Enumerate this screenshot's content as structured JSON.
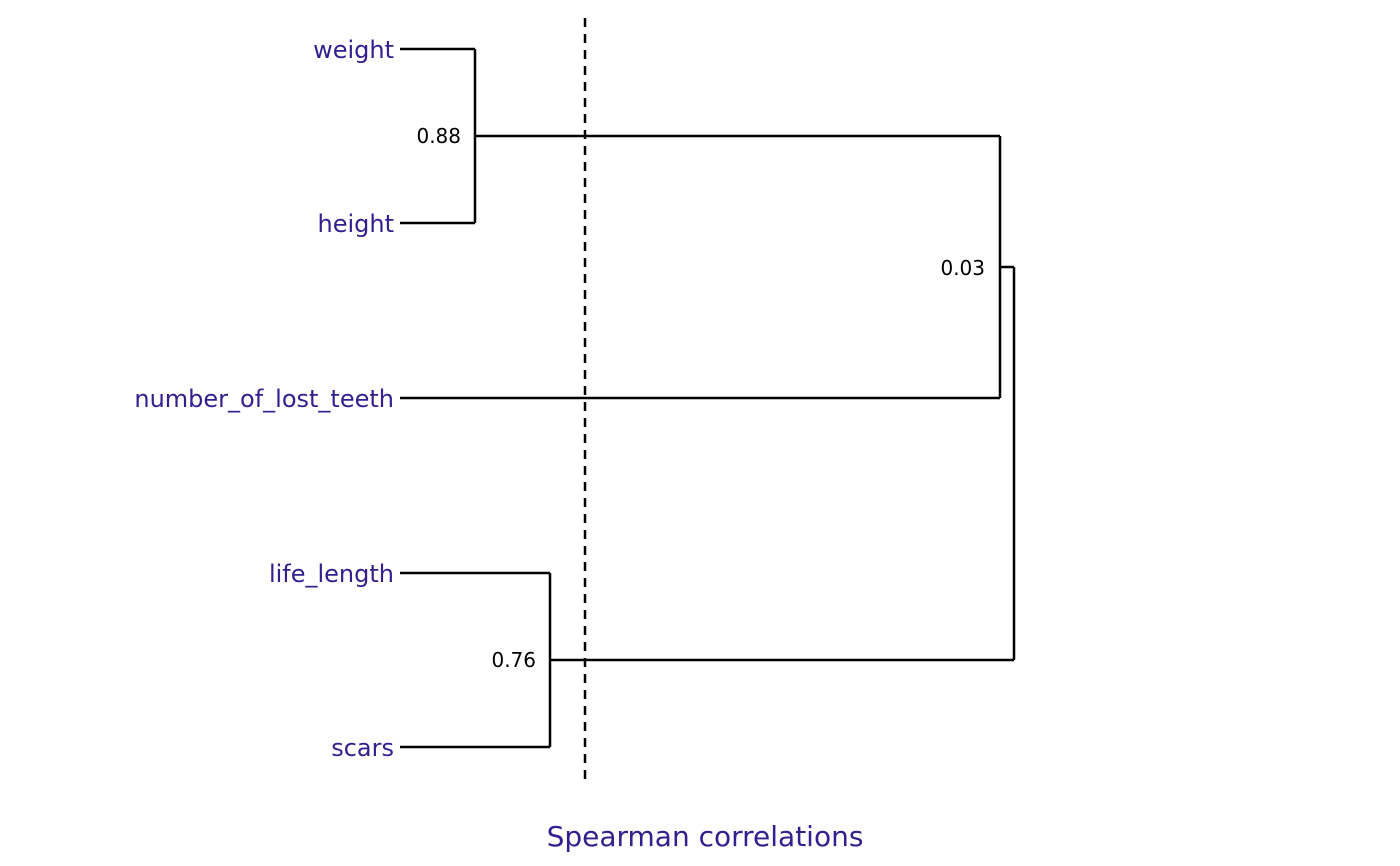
{
  "diagram": {
    "type": "dendrogram",
    "axis_title": "Spearman correlations",
    "leaves": [
      "weight",
      "height",
      "number_of_lost_teeth",
      "life_length",
      "scars"
    ],
    "merges": [
      {
        "label": "0.88",
        "children": [
          "weight",
          "height"
        ]
      },
      {
        "label": "0.76",
        "children": [
          "life_length",
          "scars"
        ]
      },
      {
        "label": "0.03",
        "children": [
          "weight+height",
          "number_of_lost_teeth"
        ]
      }
    ],
    "colors": {
      "leaf_label": "#32208f",
      "axis_title": "#32208f",
      "branch": "#000000"
    }
  }
}
